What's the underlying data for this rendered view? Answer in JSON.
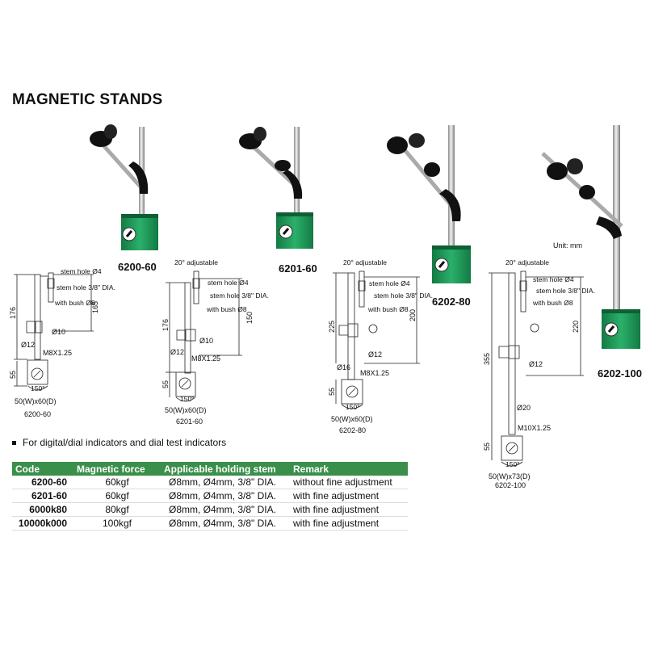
{
  "title": "MAGNETIC STANDS",
  "unit_note": "Unit: mm",
  "models": [
    {
      "label": "6200-60"
    },
    {
      "label": "6201-60"
    },
    {
      "label": "6202-80"
    },
    {
      "label": "6202-100"
    }
  ],
  "drawings": {
    "d1": {
      "stem_hole": "stem hole Ø4",
      "stem_hole2": "stem hole 3/8\" DIA.",
      "with_bush": "with bush Ø8",
      "dim_total": "176",
      "dim_right": "165",
      "dim_rod": "Ø10",
      "dim_rod2": "Ø12",
      "thread": "M8X1.25",
      "dim_base": "55",
      "angle": "150°",
      "base_size": "50(W)x60(D)",
      "caption": "6200-60"
    },
    "d2": {
      "adjust": "20° adjustable",
      "stem_hole": "stem hole Ø4",
      "stem_hole2": "stem hole 3/8\" DIA.",
      "with_bush": "with bush Ø8",
      "dim_total": "176",
      "dim_right": "150",
      "dim_rod": "Ø10",
      "dim_rod2": "Ø12",
      "thread": "M8X1.25",
      "dim_base": "55",
      "angle": "150°",
      "base_size": "50(W)x60(D)",
      "caption": "6201-60"
    },
    "d3": {
      "adjust": "20° adjustable",
      "stem_hole": "stem hole Ø4",
      "stem_hole2": "stem hole 3/8\" DIA.",
      "with_bush": "with bush Ø8",
      "dim_total": "225",
      "dim_right": "200",
      "dim_rod": "Ø12",
      "dim_rod2": "Ø16",
      "thread": "M8X1.25",
      "dim_base": "55",
      "angle": "150°",
      "base_size": "50(W)x60(D)",
      "caption": "6202-80"
    },
    "d4": {
      "adjust": "20° adjustable",
      "stem_hole": "stem hole Ø4",
      "stem_hole2": "stem hole 3/8\" DIA.",
      "with_bush": "with bush Ø8",
      "dim_total": "355",
      "dim_right": "220",
      "dim_rod": "Ø12",
      "dim_rod2": "Ø20",
      "thread": "M10X1.25",
      "dim_base": "55",
      "angle": "150°",
      "base_size": "50(W)x73(D)",
      "caption": "6202-100"
    }
  },
  "note": "For digital/dial indicators and dial test indicators",
  "table": {
    "headers": [
      "Code",
      "Magnetic force",
      "Applicable holding stem",
      "Remark"
    ],
    "rows": [
      [
        "6200-60",
        "60kgf",
        "Ø8mm, Ø4mm, 3/8\" DIA.",
        "without fine adjustment"
      ],
      [
        "6201-60",
        "60kgf",
        "Ø8mm, Ø4mm, 3/8\" DIA.",
        "with fine adjustment"
      ],
      [
        "6000k80",
        "80kgf",
        "Ø8mm, Ø4mm, 3/8\" DIA.",
        "with fine adjustment"
      ],
      [
        "10000k000",
        "100kgf",
        "Ø8mm, Ø4mm, 3/8\" DIA.",
        "with fine adjustment"
      ]
    ]
  },
  "colors": {
    "base_green": "#1f9a5a",
    "table_header": "#3a8f4a",
    "knob_black": "#111111"
  }
}
